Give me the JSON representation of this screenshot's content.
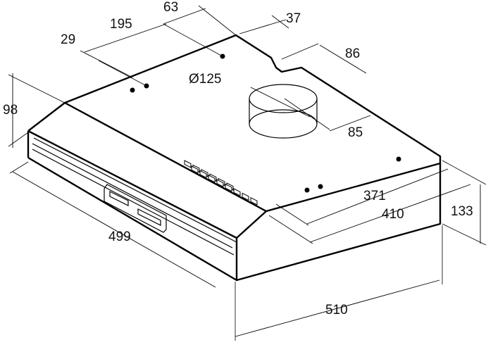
{
  "diagram": {
    "subject": "range hood dimensional drawing",
    "line_color": "#000000",
    "background": "#ffffff",
    "dimensions": [
      {
        "id": "w_total",
        "label": "510"
      },
      {
        "id": "d_total",
        "label": "499"
      },
      {
        "id": "h_back",
        "label": "133"
      },
      {
        "id": "h_front",
        "label": "98"
      },
      {
        "id": "ref_410",
        "label": "410"
      },
      {
        "id": "ref_371",
        "label": "371"
      },
      {
        "id": "outlet_diameter",
        "label": "Ø125"
      },
      {
        "id": "outlet_85",
        "label": "85"
      },
      {
        "id": "notch_86",
        "label": "86"
      },
      {
        "id": "notch_37",
        "label": "37"
      },
      {
        "id": "hole_63",
        "label": "63"
      },
      {
        "id": "hole_195",
        "label": "195"
      },
      {
        "id": "hole_29",
        "label": "29"
      }
    ]
  }
}
